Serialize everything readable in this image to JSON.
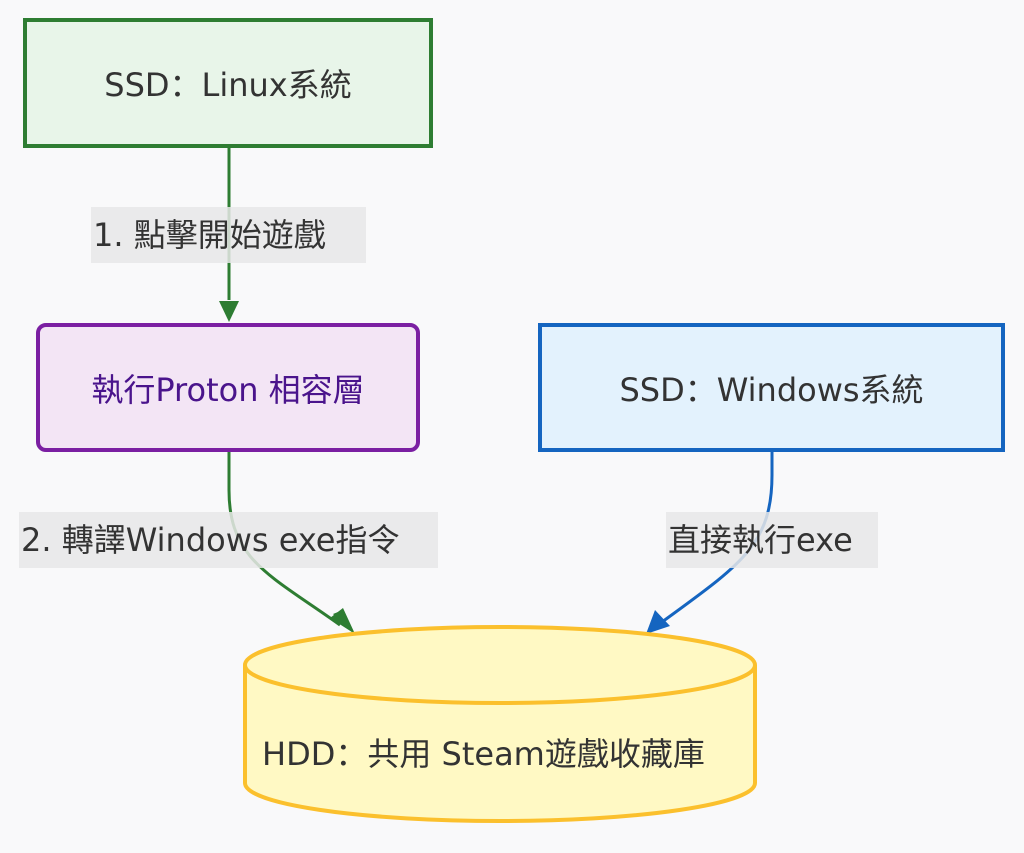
{
  "diagram": {
    "nodes": {
      "linux_ssd": {
        "label": "SSD：Linux系統",
        "fill": "#e8f5e9",
        "stroke": "#2e7d32"
      },
      "proton": {
        "label": "執行Proton 相容層",
        "fill": "#f3e5f5",
        "stroke": "#7b1fa2",
        "text_color": "#4a148c"
      },
      "windows_ssd": {
        "label": "SSD：Windows系統",
        "fill": "#e3f2fd",
        "stroke": "#1565c0"
      },
      "hdd": {
        "label": "HDD：共用 Steam遊戲收藏庫",
        "fill": "#fff9c4",
        "stroke": "#fbc02d",
        "shape": "cylinder"
      }
    },
    "edges": [
      {
        "from": "linux_ssd",
        "to": "proton",
        "label": "1. 點擊開始遊戲",
        "color": "#2e7d32"
      },
      {
        "from": "proton",
        "to": "hdd",
        "label": "2. 轉譯Windows exe指令",
        "color": "#2e7d32"
      },
      {
        "from": "windows_ssd",
        "to": "hdd",
        "label": "直接執行exe",
        "color": "#1565c0"
      }
    ]
  }
}
